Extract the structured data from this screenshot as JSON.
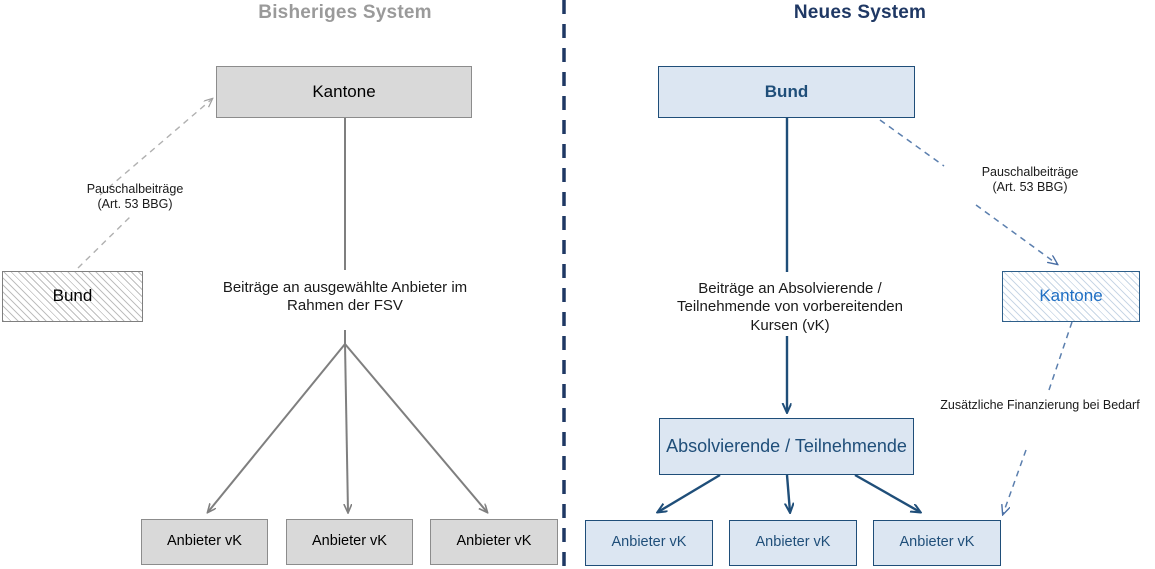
{
  "titles": {
    "old_system": "Bisheriges System",
    "new_system": "Neues System"
  },
  "old_system": {
    "nodes": {
      "kantone": "Kantone",
      "bund": "Bund",
      "anbieter_1": "Anbieter vK",
      "anbieter_2": "Anbieter vK",
      "anbieter_3": "Anbieter vK"
    },
    "captions": {
      "pauschalbeitraege": "Pauschalbeiträge\n(Art. 53 BBG)",
      "beitraege_fsv": "Beiträge an ausgewählte Anbieter im\nRahmen der FSV"
    }
  },
  "new_system": {
    "nodes": {
      "bund": "Bund",
      "kantone": "Kantone",
      "absolvierende": "Absolvierende /\nTeilnehmende",
      "anbieter_1": "Anbieter vK",
      "anbieter_2": "Anbieter vK",
      "anbieter_3": "Anbieter vK"
    },
    "captions": {
      "pauschalbeitraege": "Pauschalbeiträge\n(Art. 53 BBG)",
      "beitraege_absolvierende": "Beiträge an Absolvierende /\nTeilnehmende von vorbereitenden\nKursen (vK)",
      "zusaetzliche_finanzierung": "Zusätzliche Finanzierung bei Bedarf"
    }
  },
  "colors": {
    "old_title": "#9a9a9a",
    "new_title": "#1f3864",
    "old_box_fill": "#d9d9d9",
    "old_box_border": "#8c8c8c",
    "new_box_fill": "#dce6f2",
    "new_box_border": "#1f4e79",
    "new_text": "#1f4e79",
    "divider": "#1f3864",
    "old_arrow": "#7f7f7f",
    "new_arrow": "#1f4e79"
  },
  "divider": {
    "style": "dashed-vertical"
  }
}
